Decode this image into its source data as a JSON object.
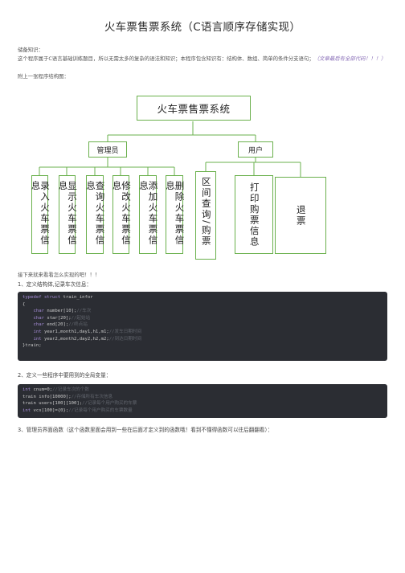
{
  "title": "火车票售票系统（C语言顺序存储实现）",
  "intro": {
    "knowledge_label": "储备知识：",
    "paragraph": "这个程序属于C语言基础训练题目，所以无需太多的复杂的语法和知识；本程序包含知识有：结构体、数组、简单的条件分支语句；",
    "paragraph_em": "（文章最后有全部代码！！！）",
    "structure_line": "附上一张程序结构图："
  },
  "diagram": {
    "root": "火车票售票系统",
    "admin": "管理员",
    "user": "用户",
    "admin_items": [
      "录入火车票信息",
      "显示火车票信息",
      "查询火车票信息",
      "修改火车票信息",
      "添加火车票信息",
      "删除火车票信息"
    ],
    "user_items": [
      "区间查询/购票",
      "打印购票信息",
      "退票"
    ]
  },
  "section_intro": "接下来就来看看怎么实现的吧！！！",
  "section1": {
    "heading": "1、定义结构体,记录车次信息：",
    "code": [
      {
        "kw": "typedef struct",
        "rest": " train_infor",
        "cm": ""
      },
      {
        "kw": "",
        "rest": "{",
        "cm": ""
      },
      {
        "kw": "",
        "rest": "",
        "cm": ""
      },
      {
        "kw": "    char",
        "rest": " number[10];",
        "cm": "//车次"
      },
      {
        "kw": "    char",
        "rest": " star[20];",
        "cm": "//起始站"
      },
      {
        "kw": "    char",
        "rest": " end[20];",
        "cm": "//终点站"
      },
      {
        "kw": "    int",
        "rest": " year1,month1,day1,h1,m1;",
        "cm": "//发车日期时间"
      },
      {
        "kw": "    int",
        "rest": " year2,month2,day2,h2,m2;",
        "cm": "//到达日期时间"
      },
      {
        "kw": "",
        "rest": "}train;",
        "cm": ""
      }
    ]
  },
  "section2": {
    "heading": "2、定义一些程序中要用到的全局变量：",
    "code": [
      {
        "kw": "int",
        "rest": " cnum=0;",
        "cm": "//记录车次的个数"
      },
      {
        "kw": "",
        "rest": "train info[10000];",
        "cm": "//存储所有车次信息"
      },
      {
        "kw": "",
        "rest": "train users[100][100];",
        "cm": "//记录每个用户购买的车票"
      },
      {
        "kw": "int",
        "rest": " vcs[100]={0};",
        "cm": "//记录每个用户购买的车票数量"
      }
    ]
  },
  "section3": {
    "heading": "3、管理员界面函数（这个函数里面会用到一些在后面才定义到的函数哦！看到不懂得函数可以往后翻翻看）："
  }
}
